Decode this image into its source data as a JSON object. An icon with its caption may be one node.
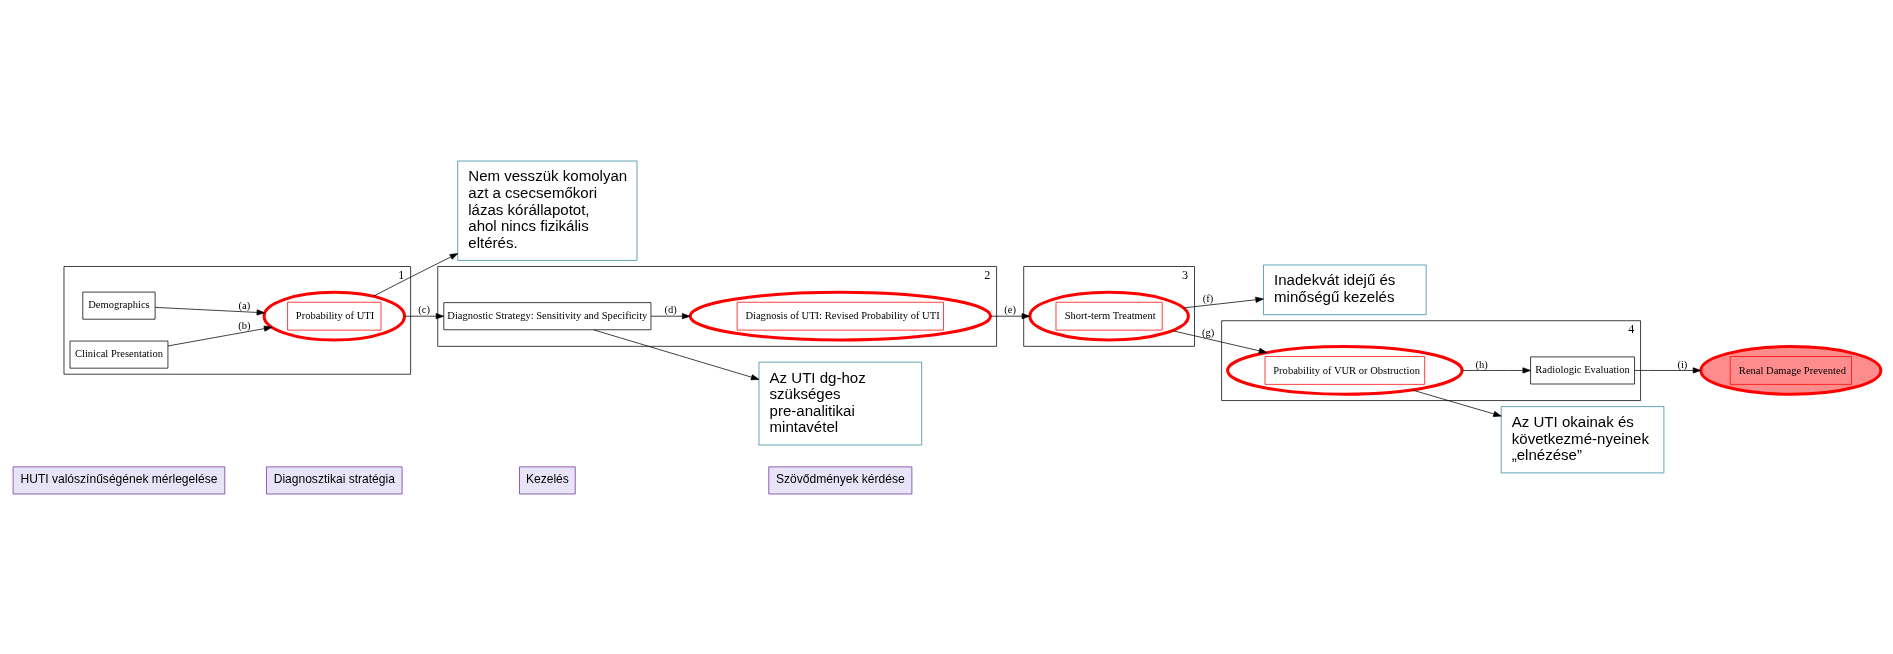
{
  "diagram": {
    "nodes": [
      {
        "text": [
          "HUTI valószínűségének mérlegelése"
        ]
      },
      {
        "text": [
          "Diagnosztikai stratégia"
        ]
      },
      {
        "text": [
          "Kezelés"
        ]
      },
      {
        "text": [
          "Szövődmények kérdése"
        ]
      },
      {
        "text": [
          "1"
        ]
      },
      {
        "text": [
          "Demographics"
        ],
        "in": 4
      },
      {
        "text": [
          "Clinical Presentation"
        ],
        "in": 4
      },
      {
        "text": [
          "Probability of UTI"
        ],
        "in": 4
      },
      {
        "text": [
          "2"
        ]
      },
      {
        "text": [
          "Diagnostic Strategy: Sensitivity and Specificity"
        ],
        "in": 8
      },
      {
        "text": [
          "Diagnosis of UTI: Revised Probability of UTI"
        ],
        "in": 8
      },
      {
        "text": [
          "3"
        ]
      },
      {
        "text": [
          "Short-term Treatment"
        ],
        "in": 11
      },
      {
        "text": [
          "4"
        ]
      },
      {
        "text": [
          "Probability of VUR or Obstruction"
        ],
        "in": 13
      },
      {
        "text": [
          "Radiologic Evaluation"
        ],
        "in": 13
      },
      {
        "text": [
          "Renal Damage Prevented"
        ]
      },
      {
        "text": [
          "Nem vesszük komolyan azt a csecsemőkori lázas kórállapotot, ahol nincs fizikális eltérés."
        ]
      },
      {
        "text": [
          "Az UTI dg-hoz szükséges pre-analitikai mintavétel"
        ]
      },
      {
        "text": [
          "Inadekvát idejű és minőségű kezelés"
        ]
      },
      {
        "text": [
          "Az UTI okainak és következmé-nyeinek „elnézése”"
        ]
      }
    ],
    "edges": [
      {
        "from": 5,
        "to": 7,
        "arrow": "to",
        "label": "(a)"
      },
      {
        "from": 6,
        "to": 7,
        "arrow": "to",
        "label": "(b)"
      },
      {
        "from": 7,
        "to": 9,
        "arrow": "to",
        "label": "(c)"
      },
      {
        "from": 9,
        "to": 10,
        "arrow": "to",
        "label": "(d)"
      },
      {
        "from": 10,
        "to": 12,
        "arrow": "to",
        "label": "(e)"
      },
      {
        "from": 12,
        "to": 14,
        "arrow": "to",
        "label": "(g)"
      },
      {
        "from": 14,
        "to": 15,
        "arrow": "to",
        "label": "(h)"
      },
      {
        "from": 15,
        "to": 16,
        "arrow": "to",
        "label": "(i)"
      },
      {
        "from": 7,
        "to": 17,
        "arrow": "to"
      },
      {
        "from": 9,
        "to": 18,
        "arrow": "to"
      },
      {
        "from": 12,
        "to": 19,
        "arrow": "to",
        "label": "(f)"
      },
      {
        "from": 14,
        "to": 20,
        "arrow": "to"
      }
    ]
  }
}
